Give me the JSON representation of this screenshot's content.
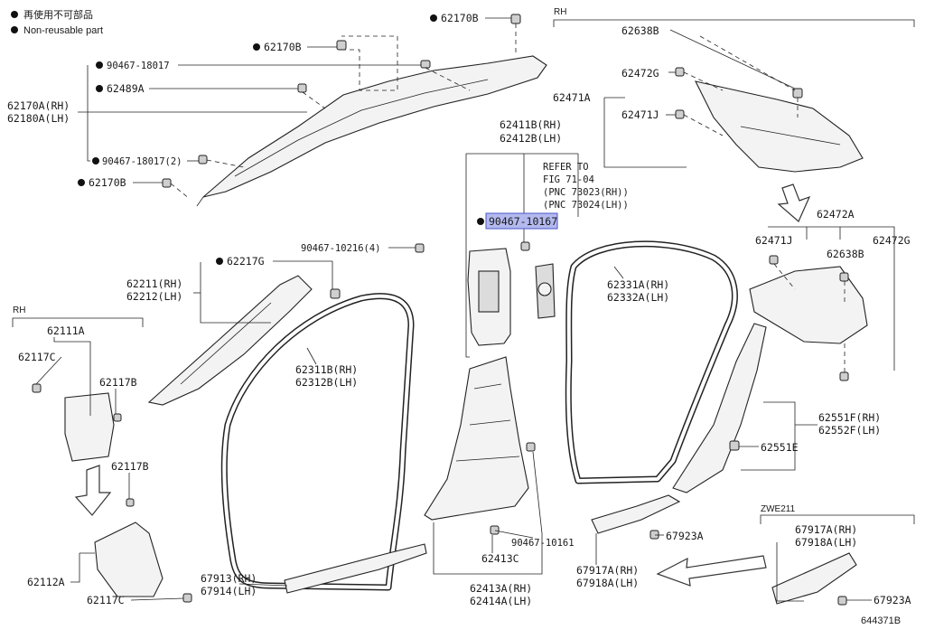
{
  "legend": {
    "jp": "再使用不可部品",
    "en": "Non-reusable part"
  },
  "sections": {
    "rh_top": "RH",
    "rh_left": "RH",
    "zwe": "ZWE211"
  },
  "labels": {
    "p62170B_a": "62170B",
    "p62170B_b": "62170B",
    "p62170B_c": "62170B",
    "p90467_18017": "90467-18017",
    "p62489A": "62489A",
    "p62170A": "62170A(RH)",
    "p62180A": "62180A(LH)",
    "p90467_18017_2": "90467-18017(2)",
    "p62411B": "62411B(RH)",
    "p62412B": "62412B(LH)",
    "refer1": "REFER TO",
    "refer2": "FIG 71-04",
    "refer3": "(PNC 73023(RH))",
    "refer4": "(PNC 73024(LH))",
    "p90467_10167": "90467-10167",
    "p90467_10216": "90467-10216(4)",
    "p62217G": "62217G",
    "p62211": "62211(RH)",
    "p62212": "62212(LH)",
    "p62111A": "62111A",
    "p62117C_a": "62117C",
    "p62117B_a": "62117B",
    "p62117B_b": "62117B",
    "p62112A": "62112A",
    "p62117C_b": "62117C",
    "p62311B": "62311B(RH)",
    "p62312B": "62312B(LH)",
    "p67913": "67913(RH)",
    "p67914": "67914(LH)",
    "p62331A": "62331A(RH)",
    "p62332A": "62332A(LH)",
    "p90467_10161": "90467-10161",
    "p62413C": "62413C",
    "p62413A": "62413A(RH)",
    "p62414A": "62414A(LH)",
    "p62638B_a": "62638B",
    "p62472G_a": "62472G",
    "p62471A": "62471A",
    "p62471J_a": "62471J",
    "p62472A": "62472A",
    "p62471J_b": "62471J",
    "p62638B_b": "62638B",
    "p62472G_b": "62472G",
    "p62551F": "62551F(RH)",
    "p62552F": "62552F(LH)",
    "p62551E": "62551E",
    "p67923A_a": "67923A",
    "p67917A_a": "67917A(RH)",
    "p67918A_a": "67918A(LH)",
    "p67917A_b": "67917A(RH)",
    "p67918A_b": "67918A(LH)",
    "p67923A_b": "67923A",
    "fig_no": "644371B"
  },
  "colors": {
    "highlight_fill": "#b3b9ee",
    "highlight_stroke": "#4a55c8",
    "ink": "#1a1a1a"
  }
}
